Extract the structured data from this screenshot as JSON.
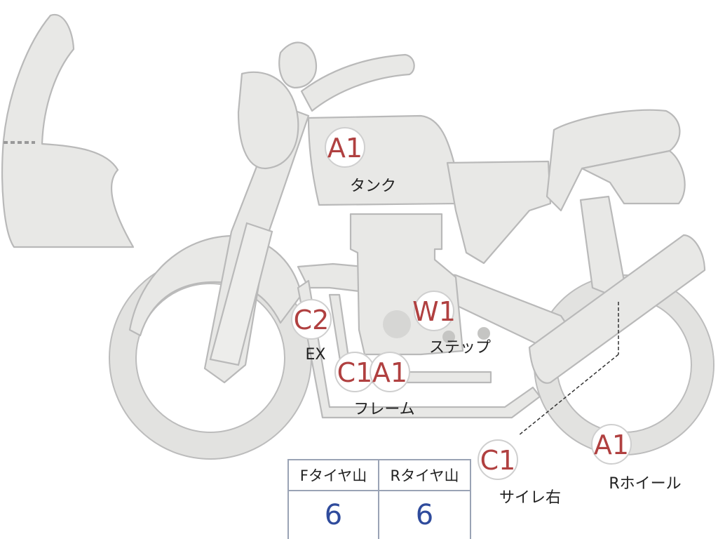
{
  "badges": [
    {
      "code": "A1",
      "label": "タンク"
    },
    {
      "code": "C2",
      "label": "EX"
    },
    {
      "code": "W1",
      "label": "ステップ"
    },
    {
      "code": "C1",
      "label": ""
    },
    {
      "code": "A1",
      "label": "フレーム"
    },
    {
      "code": "C1",
      "label": "サイレ右"
    },
    {
      "code": "A1",
      "label": "Rホイール"
    }
  ],
  "tire_table": {
    "front_label": "Fタイヤ山",
    "rear_label": "Rタイヤ山",
    "front_value": "6",
    "rear_value": "6"
  },
  "colors": {
    "part_fill": "#e8e8e6",
    "badge_text": "#b04040",
    "table_value": "#2f4b9c"
  }
}
